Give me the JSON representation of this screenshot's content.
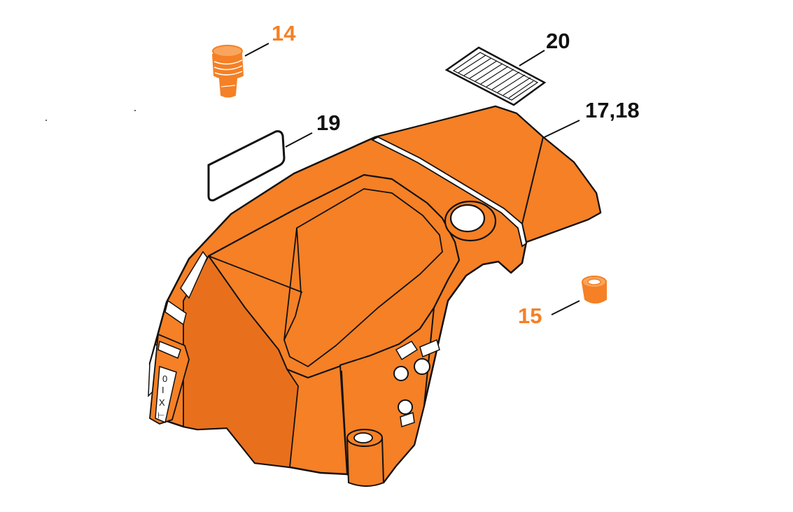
{
  "colors": {
    "part_fill": "#F58025",
    "part_shade": "#E8701C",
    "outline": "#111111",
    "highlight": "#FFFFFF",
    "label_orange": "#F58025",
    "label_black": "#111111"
  },
  "labels": {
    "part_14": "14",
    "part_15": "15",
    "part_17_18": "17,18",
    "part_19": "19",
    "part_20": "20"
  },
  "switch_marks": {
    "mark_1": "0",
    "mark_2": "I",
    "mark_3": "X",
    "mark_4": "⊢"
  }
}
